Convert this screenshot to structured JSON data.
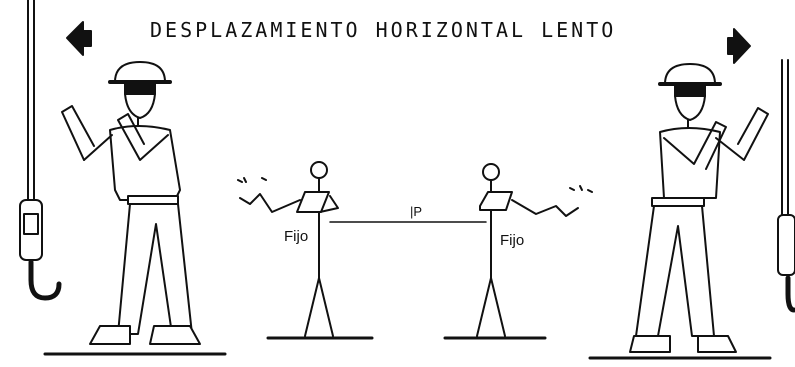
{
  "title": "DESPLAZAMIENTO HORIZONTAL LENTO",
  "labels": {
    "fixed_left": "Fijo",
    "fixed_right": "Fijo",
    "separator": "|P"
  },
  "icons": {
    "left_arrow": "arrow-left-icon",
    "right_arrow": "arrow-right-icon",
    "hook": "crane-hook-icon"
  },
  "colors": {
    "ink": "#111111",
    "paper": "#ffffff"
  }
}
